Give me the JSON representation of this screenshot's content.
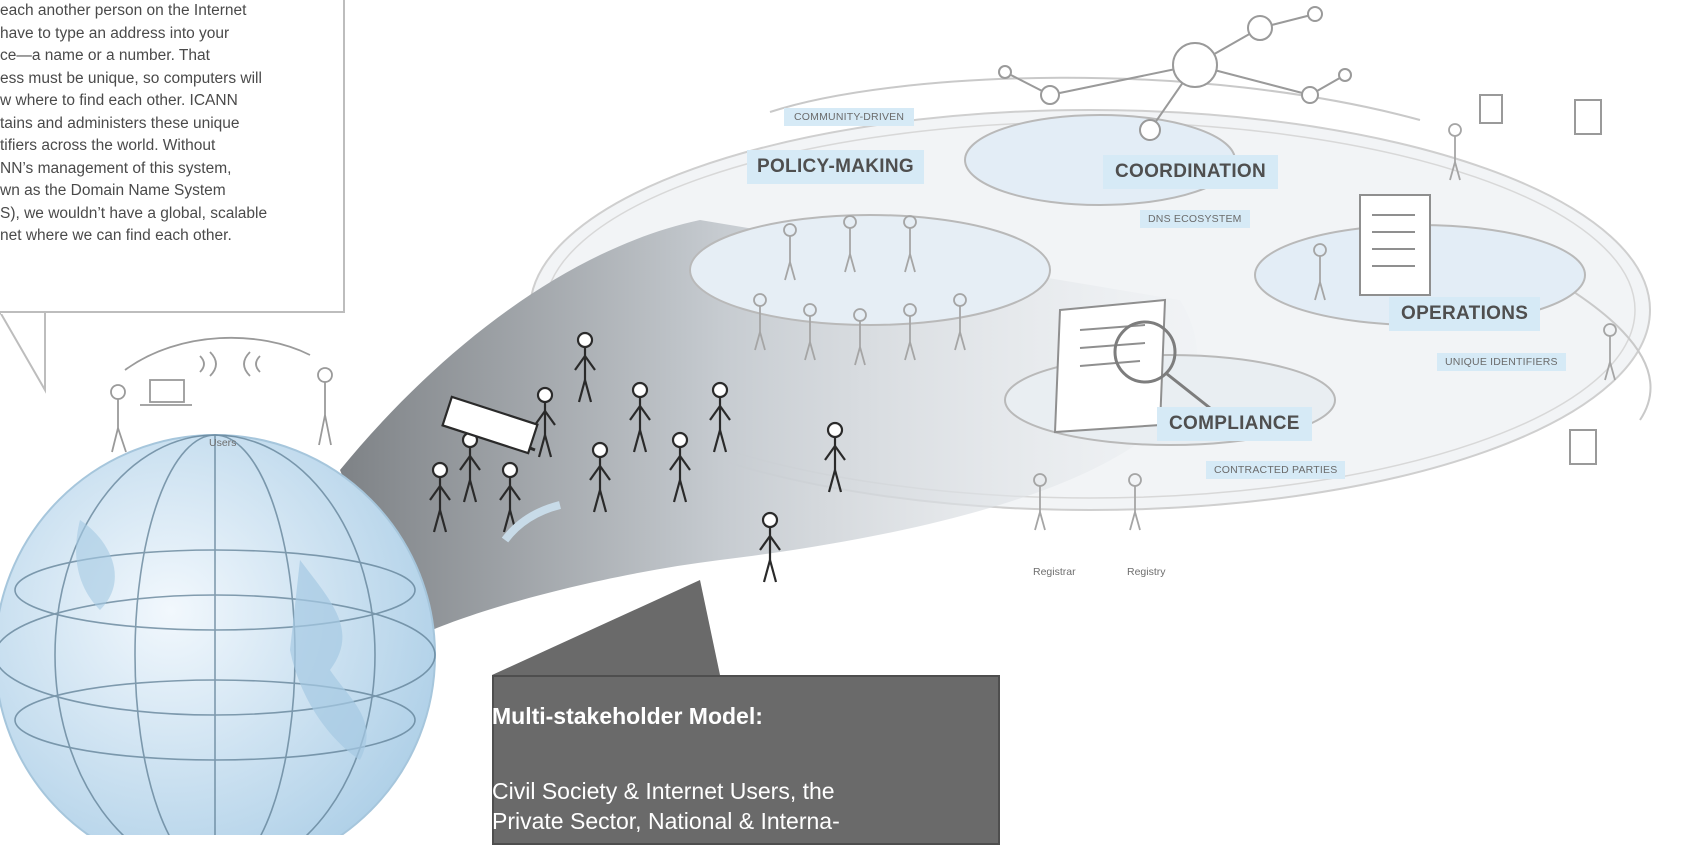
{
  "intro_text": "each another person on the Internet\nhave to type an address into your\nce—a name or a number. That\ness must be unique, so computers will\nw where to find each other. ICANN\ntains and administers these unique\ntifiers across the world. Without\nNN’s management of this system,\nwn as the Domain Name System\nS), we wouldn’t have a global, scalable\nnet where we can find each other.",
  "users_label": "Users",
  "functions": {
    "policy": {
      "tag": "COMMUNITY-DRIVEN",
      "label": "POLICY-MAKING"
    },
    "coordination": {
      "label": "COORDINATION",
      "tag": "DNS ECOSYSTEM"
    },
    "operations": {
      "label": "OPERATIONS",
      "tag": "UNIQUE IDENTIFIERS"
    },
    "compliance": {
      "label": "COMPLIANCE",
      "tag": "CONTRACTED PARTIES"
    }
  },
  "registrar_label": "Registrar",
  "registry_label": "Registry",
  "model": {
    "title": "Multi-stakeholder Model:",
    "body": "Civil Society & Internet Users, the\nPrivate Sector, National & Interna-"
  },
  "colors": {
    "label_fill": "#d6eaf6",
    "dark_box": "#6a6a6a",
    "globe": "#cfe4f3",
    "sketch_line": "#bdbdbd"
  },
  "icons": [
    "globe-icon",
    "laptop-icon",
    "server-icon",
    "document-icon",
    "magnifier-icon"
  ]
}
